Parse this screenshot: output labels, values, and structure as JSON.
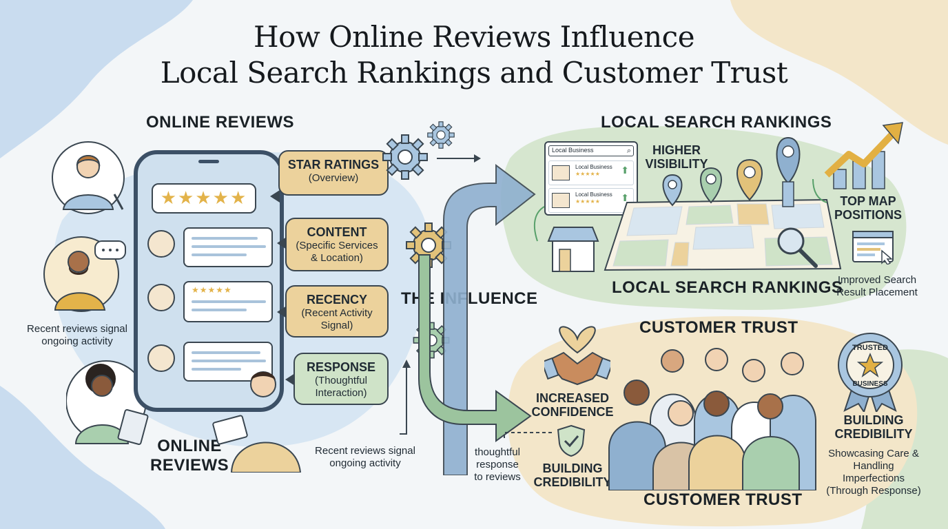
{
  "title": {
    "line1": "How Online Reviews Influence",
    "line2": "Local Search Rankings and Customer Trust"
  },
  "online_reviews": {
    "heading": "ONLINE REVIEWS",
    "footer_label": "ONLINE\nREVIEWS",
    "left_note": "Recent reviews signal\nongoing activity",
    "bottom_note": "Recent reviews signal\nongoing activity",
    "phone_stars": "★★★★★",
    "review_stars": "★★★★★"
  },
  "factors": [
    {
      "title": "STAR RATINGS",
      "subtitle": "(Overview)",
      "color": "#ecd29c"
    },
    {
      "title": "CONTENT",
      "subtitle": "(Specific Services\n& Location)",
      "color": "#ecd29c"
    },
    {
      "title": "RECENCY",
      "subtitle": "(Recent Activity\nSignal)",
      "color": "#ecd29c"
    },
    {
      "title": "RESPONSE",
      "subtitle": "(Thoughtful\nInteraction)",
      "color": "#cfe3c8"
    }
  ],
  "influence": {
    "label": "THE INFLUENCE"
  },
  "local_search": {
    "heading": "LOCAL SEARCH RANKINGS",
    "footer_label": "LOCAL SEARCH RANKINGS",
    "higher_visibility": "HIGHER\nVISIBILITY",
    "top_map_positions": "TOP MAP\nPOSITIONS",
    "improved_placement": "Improved Search\nResult Placement",
    "card": {
      "search_text": "Local Business",
      "results": [
        {
          "name": "Local Business",
          "stars": "★★★★★"
        },
        {
          "name": "Local Business",
          "stars": "★★★★★"
        }
      ]
    }
  },
  "customer_trust": {
    "heading": "CUSTOMER TRUST",
    "footer_label": "CUSTOMER TRUST",
    "increased_confidence": "INCREASED\nCONFIDENCE",
    "building_credibility_center": "BUILDING\nCREDIBILITY",
    "thoughtful_response": "thoughtful\nresponse\nto reviews",
    "building_credibility_right": "BUILDING\nCREDIBILITY",
    "showcasing": "Showcasing Care &\nHandling\nImperfections\n(Through Response)",
    "badge": {
      "top": "TRUSTED",
      "bottom": "BUSINESS"
    }
  },
  "colors": {
    "blue_blob": "#c9dcef",
    "green_blob": "#d6e6cf",
    "tan_blob": "#f3e6c9",
    "tan_callout": "#ecd29c",
    "green_callout": "#cfe3c8",
    "arrow_blue": "#8fb0cf",
    "arrow_green": "#9cc49e",
    "gear_gold": "#e2c27a",
    "gear_blue": "#a9c6e0",
    "gear_green": "#a9cfae",
    "outline": "#3a4650"
  }
}
